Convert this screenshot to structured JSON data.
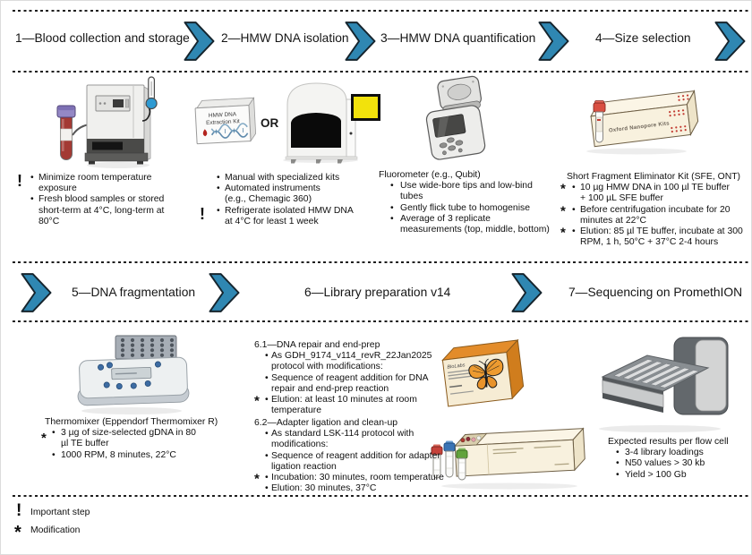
{
  "ui": {
    "bullet": "•",
    "or": "OR",
    "important_symbol": "!",
    "modification_symbol": "*"
  },
  "colors": {
    "arrow_fill": "#2f87b2",
    "arrow_stroke": "#15242d",
    "screen_yellow": "#f2e20c"
  },
  "headers": {
    "step1": "1—Blood collection and storage",
    "step2": "2—HMW DNA isolation",
    "step3": "3—HMW DNA quantification",
    "step4": "4—Size selection",
    "step5": "5—DNA fragmentation",
    "step6": "6—Library preparation v14",
    "step7": "7—Sequencing on PromethION"
  },
  "step1": {
    "b1": "Minimize room temperature exposure",
    "b2": "Fresh blood samples or stored short-term at 4°C, long-term at 80°C"
  },
  "step2": {
    "kit_line1": "HMW DNA",
    "kit_line2": "Extraction Kit",
    "b1": "Manual with specialized kits",
    "b2": "Automated instruments (e.g., Chemagic 360)",
    "b3": "Refrigerate isolated HMW DNA at 4°C for least 1 week"
  },
  "step3": {
    "heading": "Fluorometer (e.g., Qubit)",
    "b1": "Use wide-bore tips and low-bind tubes",
    "b2": "Gently flick tube to homogenise",
    "b3": "Average of 3 replicate measurements (top, middle, bottom)"
  },
  "step4": {
    "box_label": "Oxford Nanopore Kits",
    "heading": "Short Fragment Eliminator Kit (SFE, ONT)",
    "b1": "10 µg HMW DNA in 100 µl TE buffer + 100 µL SFE buffer",
    "b2": "Before centrifugation incubate for 20 minutes at 22°C",
    "b3": "Elution: 85 µl TE buffer, incubate at 300 RPM, 1 h, 50°C + 37°C 2-4 hours"
  },
  "step5": {
    "heading": "Thermomixer (Eppendorf Thermomixer R)",
    "b1": "3 µg of size-selected gDNA in 80 µl TE buffer",
    "b2": "1000 RPM, 8 minutes, 22°C"
  },
  "step6": {
    "neb_label": "BioLabs",
    "sub1": {
      "heading": "6.1—DNA repair and end-prep",
      "b1": "As GDH_9174_v114_revR_22Jan2025 protocol with modifications:",
      "b2": "Sequence of reagent addition for DNA repair and end-prep reaction",
      "b3": "Elution: at least 10 minutes at room temperature"
    },
    "sub2": {
      "heading": "6.2—Adapter ligation and clean-up",
      "b1": "As standard LSK-114 protocol with modifications:",
      "b2": "Sequence of reagent addition for adapter ligation reaction",
      "b3": "Incubation: 30 minutes, room temperature",
      "b4": "Elution: 30 minutes, 37°C"
    }
  },
  "step7": {
    "heading": "Expected results per flow cell",
    "b1": "3-4 library loadings",
    "b2": "N50 values > 30 kb",
    "b3": "Yield > 100 Gb"
  },
  "legend": {
    "important": "Important step",
    "modification": "Modification"
  }
}
